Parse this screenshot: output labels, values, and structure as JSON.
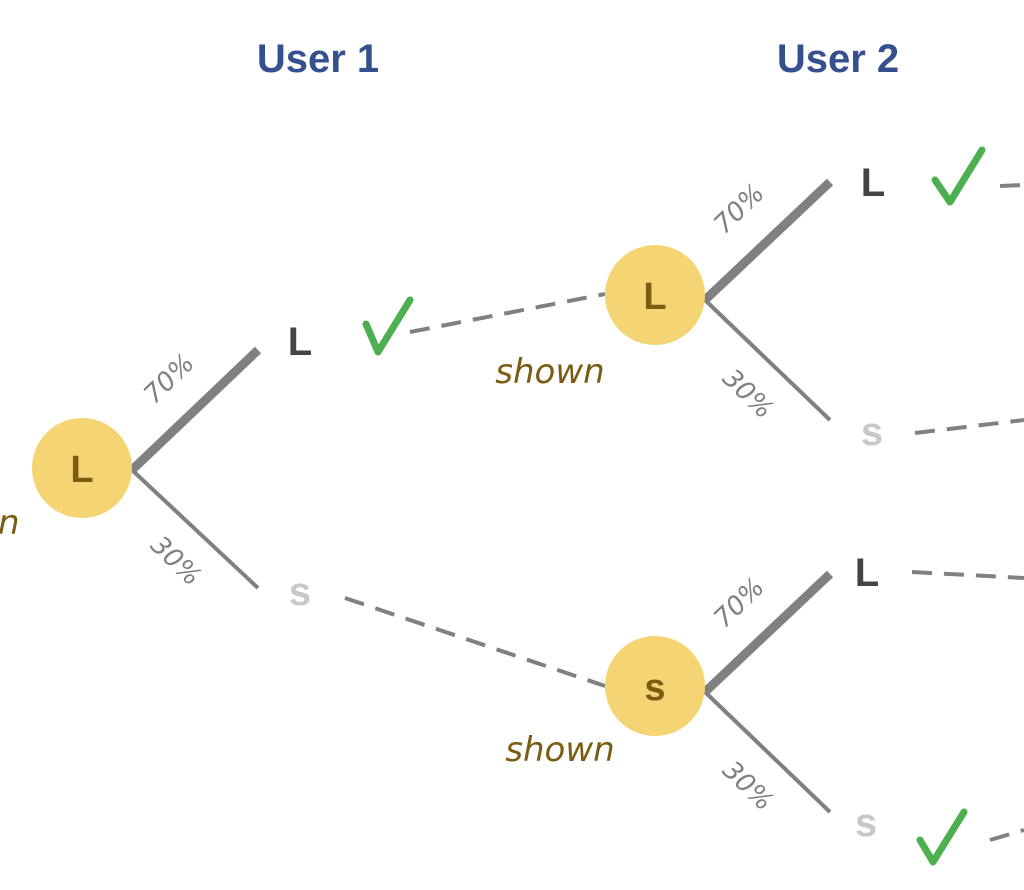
{
  "headers": {
    "user1": "User 1",
    "user2": "User 2"
  },
  "nodes": {
    "root": "L",
    "upper": "L",
    "lower": "s"
  },
  "branches": {
    "likely_pct": "70%",
    "unlikely_pct": "30%"
  },
  "leaves": {
    "u1_top": "L",
    "u1_bottom": "s",
    "u2_upper_top": "L",
    "u2_upper_bottom": "s",
    "u2_lower_top": "L",
    "u2_lower_bottom": "s"
  },
  "annotations": {
    "shown": "shown",
    "partial_left": "n"
  },
  "colors": {
    "header": "#35508f",
    "node_fill": "#f5d573",
    "node_text": "#7a5c12",
    "check": "#4caf50",
    "line": "#808080"
  },
  "icons": {
    "correct": "checkmark-icon"
  }
}
